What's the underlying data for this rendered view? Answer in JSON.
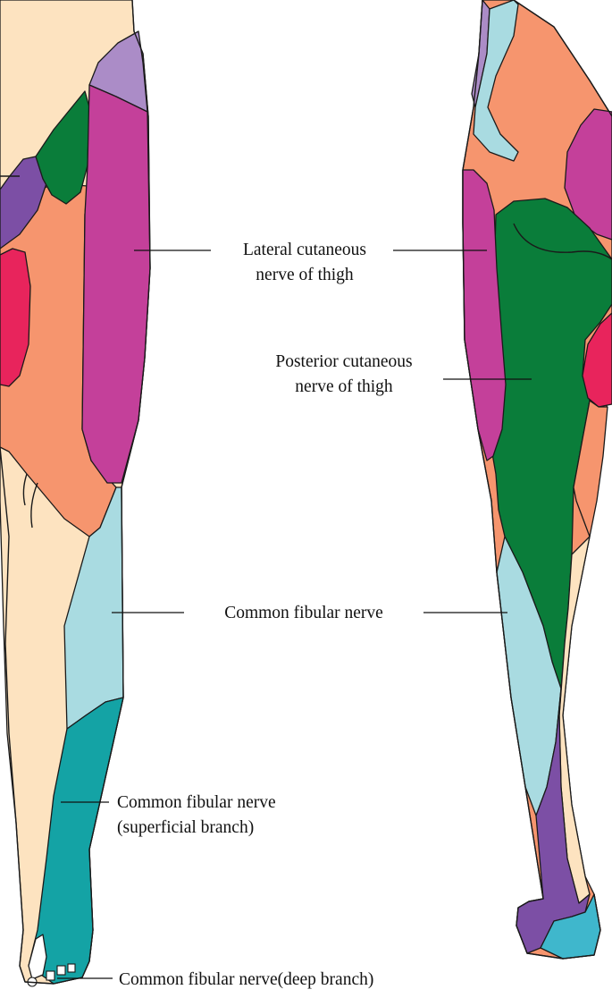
{
  "labels": {
    "lateral_line1": "Lateral cutaneous",
    "lateral_line2": "nerve of thigh",
    "posterior_line1": "Posterior cutaneous",
    "posterior_line2": "nerve of thigh",
    "common_fibular": "Common fibular nerve",
    "superficial_line1": "Common fibular nerve",
    "superficial_line2": "(superficial branch)",
    "deep_branch": "Common fibular nerve(deep branch)"
  },
  "colors": {
    "lateral_cutaneous": "#c4409a",
    "posterior_cutaneous": "#0a7d3a",
    "common_fibular": "#a9dbe1",
    "superficial_branch": "#14a3a5",
    "deep_branch": "#ffffff",
    "femoral_anterior": "#f6956e",
    "saphenous": "#fde3c0",
    "iliohypogastric": "#ab8cc7",
    "obturator": "#e8245c",
    "sural": "#7c4fa5",
    "genitofemoral": "#7c4fa5",
    "calcaneal": "#3fb7cc",
    "outline": "#1a1a1a"
  }
}
